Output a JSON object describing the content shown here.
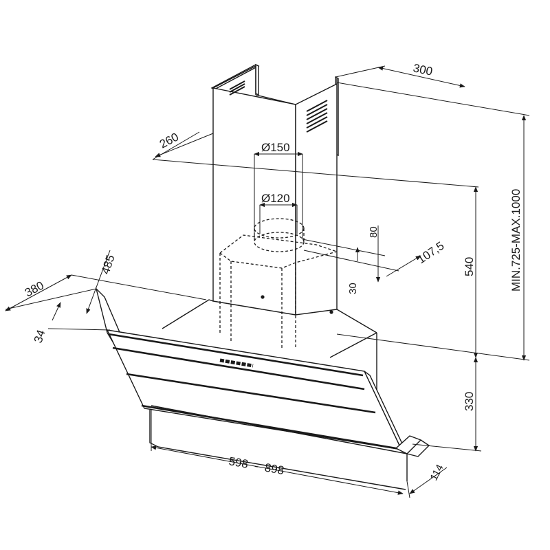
{
  "dimensions": {
    "chimney_depth": "300",
    "chimney_width": "260",
    "outlet_outer_diameter": "Ø150",
    "outlet_inner_diameter": "Ø120",
    "outlet_height": "80",
    "outlet_offset": "107,5",
    "outlet_step": "30",
    "total_height": "MIN.725-MAX.1000",
    "motor_height": "540",
    "hood_height": "330",
    "hood_depth": "380",
    "panel_depth": "485",
    "panel_thickness": "34",
    "hood_width": "598  -  898",
    "base_depth": "114"
  }
}
